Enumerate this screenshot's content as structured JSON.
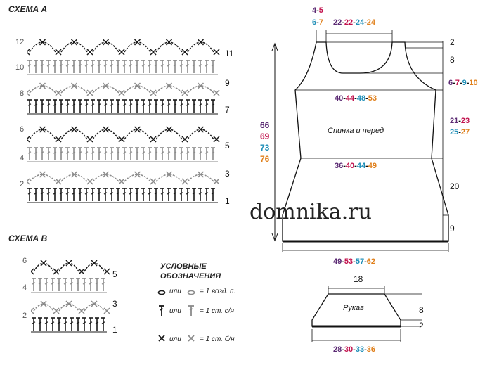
{
  "scheme_a": {
    "title": "СХЕМА А",
    "left_rows": [
      "12",
      "10",
      "8",
      "6",
      "4",
      "2"
    ],
    "right_rows": [
      "11",
      "9",
      "7",
      "5",
      "3",
      "1"
    ]
  },
  "scheme_b": {
    "title": "СХЕМА В",
    "left_rows": [
      "6",
      "4",
      "2"
    ],
    "right_rows": [
      "5",
      "3",
      "1"
    ]
  },
  "legend": {
    "title_line1": "УСЛОВНЫЕ",
    "title_line2": "ОБОЗНАЧЕНИЯ",
    "or_word": "или",
    "items": [
      {
        "icon": "chain-oval-icon",
        "text": "= 1 возд. п."
      },
      {
        "icon": "double-crochet-icon",
        "text": "= 1 ст. с/н"
      },
      {
        "icon": "cross-icon",
        "text": "= 1 ст. б/н"
      }
    ]
  },
  "watermark": "domnika.ru",
  "body_panel": {
    "label": "Спинка и перед",
    "top_left_sizes_row1": [
      "4",
      "-",
      "5"
    ],
    "top_left_sizes_row2": [
      "6",
      "-",
      "7"
    ],
    "neck_width": [
      "22",
      "-",
      "22",
      "-",
      "24",
      "-",
      "24"
    ],
    "armhole_side": [
      "6",
      "-",
      "7",
      "-",
      "9",
      "-",
      "10"
    ],
    "bust_width": [
      "40",
      "-",
      "44",
      "-",
      "48",
      "-",
      "53"
    ],
    "waist_width": [
      "36",
      "-",
      "40",
      "-",
      "44",
      "-",
      "49"
    ],
    "bottom_width": [
      "49",
      "-",
      "53",
      "-",
      "57",
      "-",
      "62"
    ],
    "total_height": [
      "66",
      "69",
      "73",
      "76"
    ],
    "right_dims": {
      "strap": "2",
      "neck_depth": "8",
      "side_a": [
        "21",
        "-",
        "23"
      ],
      "side_b": [
        "25",
        "-",
        "27"
      ],
      "lower": "20",
      "hem": "9"
    }
  },
  "sleeve_panel": {
    "label": "Рукав",
    "top_width": "18",
    "height": "8",
    "cuff": "2",
    "bottom_width": [
      "28",
      "-",
      "30",
      "-",
      "33",
      "-",
      "36"
    ]
  },
  "colors": {
    "size1": "#5b2a73",
    "size2": "#c2134e",
    "size3": "#1f8fb8",
    "size4": "#e0801c",
    "stitch_dark": "#1a1a1a",
    "stitch_grey": "#8a8a8a"
  }
}
